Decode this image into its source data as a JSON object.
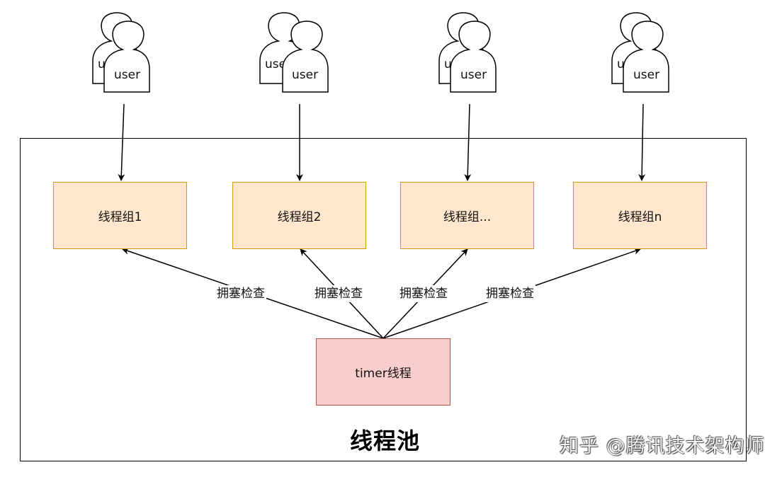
{
  "users": [
    {
      "back_label": "user",
      "front_label": "user"
    },
    {
      "back_label": "user",
      "front_label": "user"
    },
    {
      "back_label": "user",
      "front_label": "user"
    },
    {
      "back_label": "user",
      "front_label": "user"
    }
  ],
  "thread_groups": [
    {
      "label": "线程组1"
    },
    {
      "label": "线程组2"
    },
    {
      "label": "线程组..."
    },
    {
      "label": "线程组n"
    }
  ],
  "timer": {
    "label": "timer线程"
  },
  "edge_labels": [
    "拥塞检查",
    "拥塞检查",
    "拥塞检查",
    "拥塞检查"
  ],
  "pool": {
    "title": "线程池"
  },
  "watermark": "知乎 @腾讯技术架构师",
  "colors": {
    "group_fill": "#ffe6cc",
    "group_border": "#d79b00",
    "timer_fill": "#f8cecc",
    "timer_border": "#b85450"
  }
}
